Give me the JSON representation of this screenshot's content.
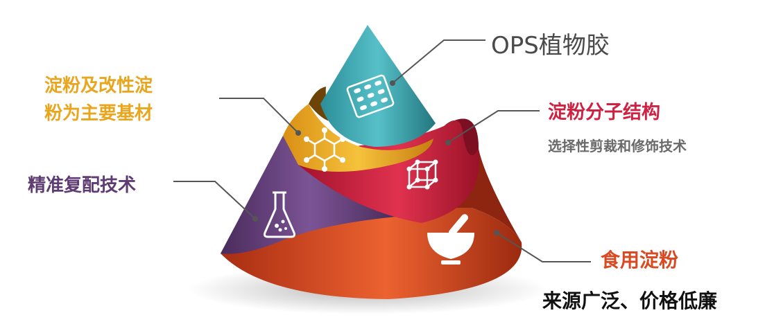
{
  "colors": {
    "teal": "#3aa3ad",
    "yellow": "#f0b22a",
    "red": "#cf2141",
    "purple": "#5f3b74",
    "orange": "#d9491f",
    "connector": "#555555"
  },
  "layers": [
    {
      "id": "teal",
      "label": "OPS植物胶",
      "icon": "pill-blister-icon"
    },
    {
      "id": "yellow",
      "label_lines": [
        "淀粉及改性淀",
        "粉为主要基材"
      ],
      "icon": "molecule-ring-icon"
    },
    {
      "id": "red",
      "label": "淀粉分子结构",
      "sublabel": "选择性剪裁和修饰技术",
      "icon": "cube-structure-icon"
    },
    {
      "id": "purple",
      "label": "精准复配技术",
      "icon": "flask-icon"
    },
    {
      "id": "orange",
      "label": "食用淀粉",
      "sublabel": "来源广泛、价格低廉",
      "icon": "mortar-pestle-icon"
    }
  ]
}
